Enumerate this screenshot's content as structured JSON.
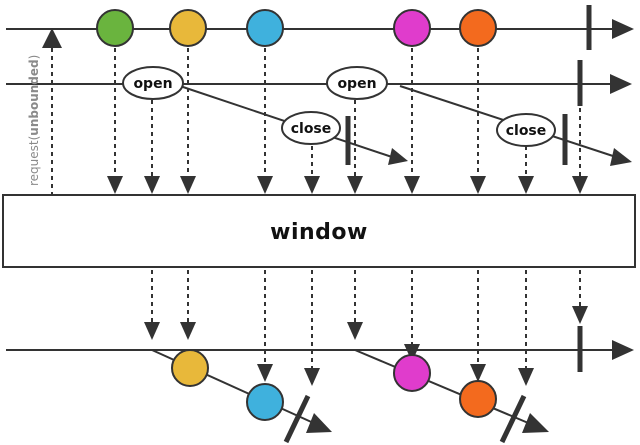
{
  "operator": {
    "label": "window"
  },
  "request_label": {
    "prefix": "request(",
    "arg": "unbounded",
    "suffix": ")"
  },
  "open_bubbles": [
    {
      "label": "open"
    },
    {
      "label": "open"
    }
  ],
  "close_bubbles": [
    {
      "label": "close"
    },
    {
      "label": "close"
    }
  ],
  "colors": {
    "green": "#6ab43e",
    "yellow": "#e8b83a",
    "blue": "#3fb1dd",
    "magenta": "#e03ccc",
    "orange": "#f36a1e",
    "line": "#333333",
    "operator_fill": "#ffffff"
  },
  "source_items": [
    {
      "color_key": "green"
    },
    {
      "color_key": "yellow"
    },
    {
      "color_key": "blue"
    },
    {
      "color_key": "magenta"
    },
    {
      "color_key": "orange"
    }
  ],
  "windows": [
    {
      "items": [
        {
          "color_key": "yellow"
        },
        {
          "color_key": "blue"
        }
      ]
    },
    {
      "items": [
        {
          "color_key": "magenta"
        },
        {
          "color_key": "orange"
        }
      ]
    }
  ]
}
